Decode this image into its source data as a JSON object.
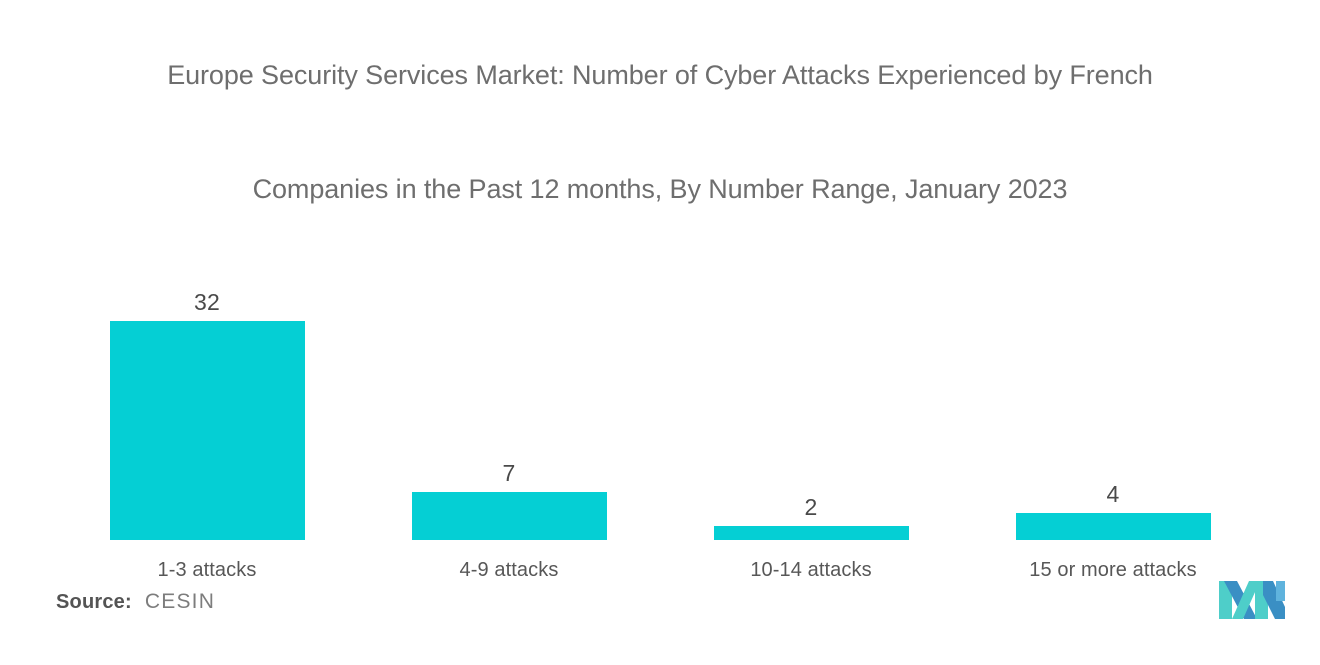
{
  "chart_data": {
    "type": "bar",
    "title": "Europe Security Services Market: Number of Cyber Attacks Experienced by French Companies in the Past 12 months, By Number Range, January 2023",
    "title_line_1": "Europe Security Services Market: Number of Cyber Attacks Experienced by French",
    "title_line_2": "Companies in the Past 12 months, By Number Range, January 2023",
    "xlabel": "",
    "ylabel": "",
    "ylim": [
      0,
      35
    ],
    "grid": false,
    "legend": "none",
    "categories": [
      "1-3 attacks",
      "4-9 attacks",
      "10-14 attacks",
      "15 or more attacks"
    ],
    "values": [
      32,
      7,
      2,
      4
    ],
    "value_labels": [
      "32",
      "7",
      "2",
      "4"
    ],
    "series": [
      {
        "name": "Number of Cyber Attacks",
        "values": [
          32,
          7,
          2,
          4
        ]
      }
    ],
    "bar_color": "#05cfd4"
  },
  "footer": {
    "source_label": "Source:",
    "source_value": "CESIN",
    "logo_name": "mordor-intelligence-logo",
    "logo_colors": {
      "teal": "#4ecec9",
      "blue": "#3a8fc4",
      "light_blue": "#5fb3dd"
    }
  },
  "colors": {
    "title_text": "#6e6e6e",
    "value_text": "#4a4a4a",
    "category_text": "#575757",
    "accent": "#05cfd4",
    "background": "#ffffff"
  }
}
